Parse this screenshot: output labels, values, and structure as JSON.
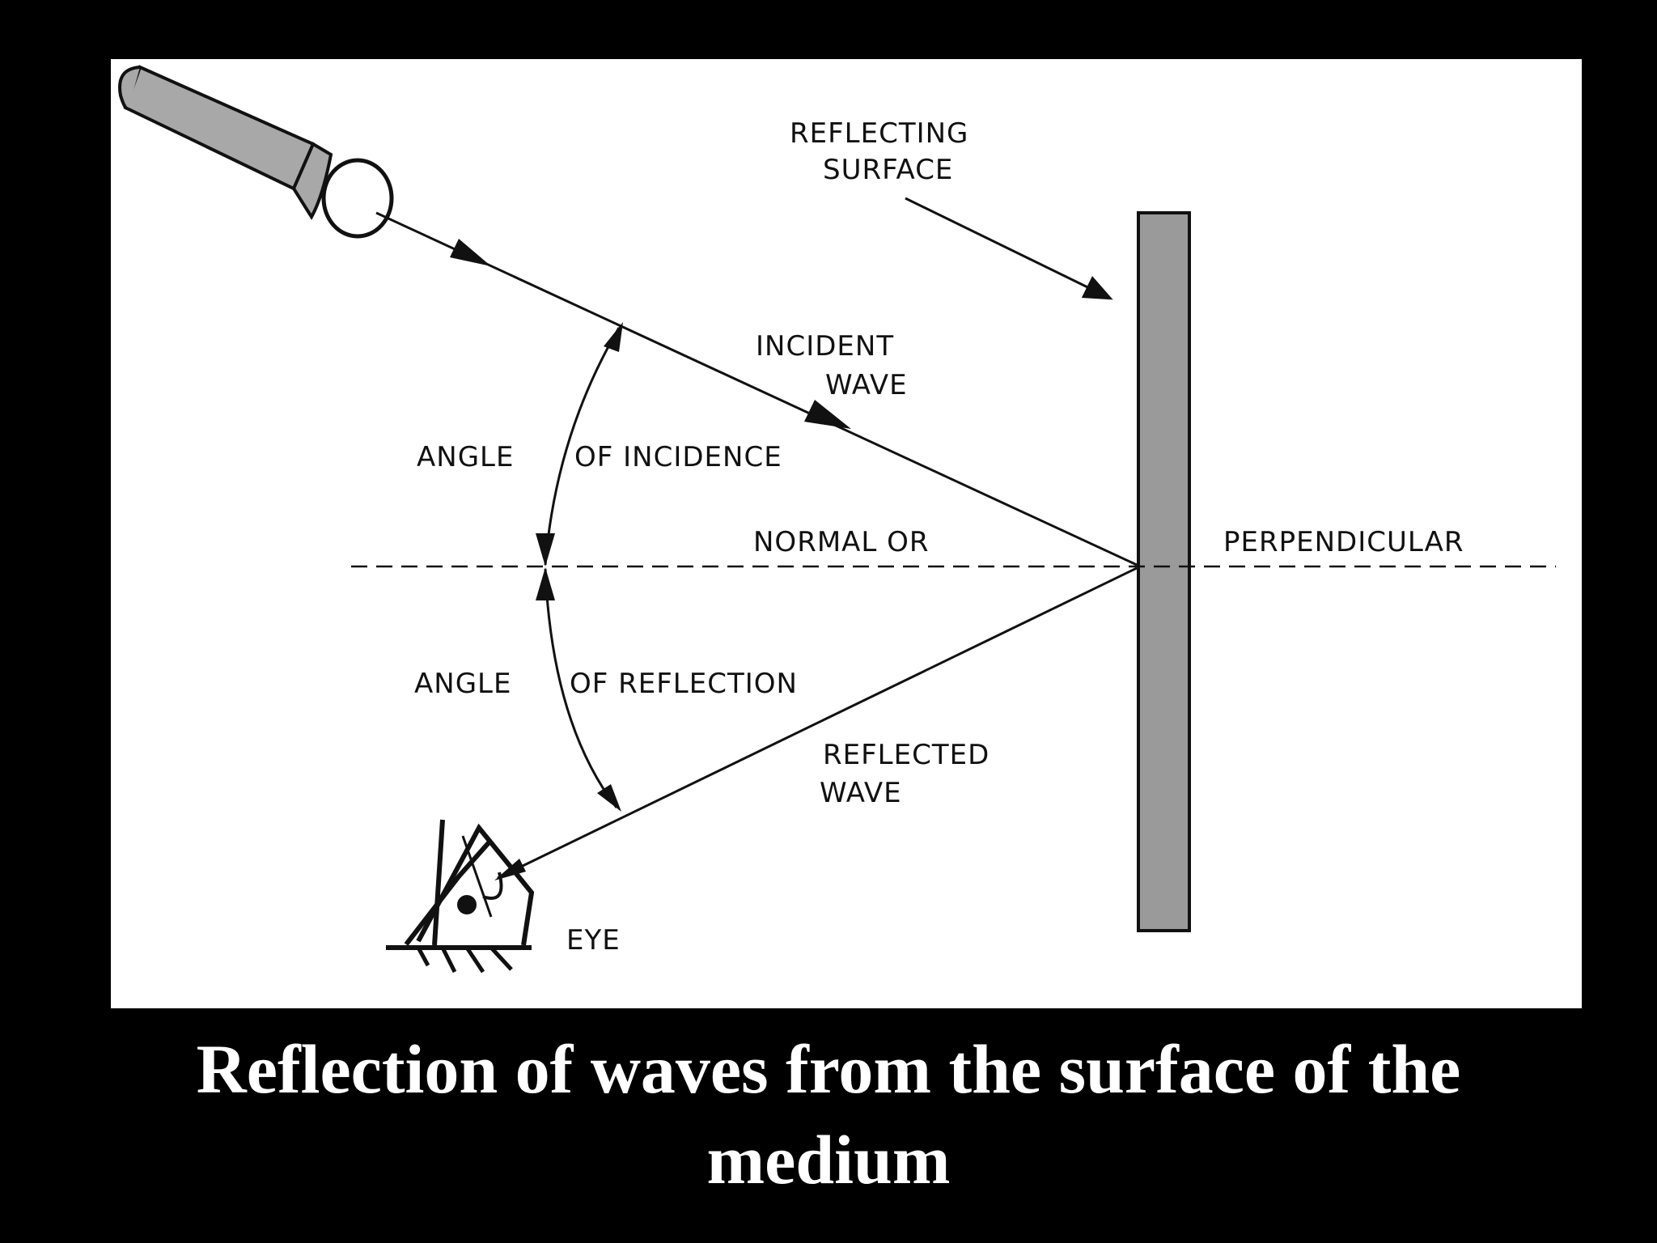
{
  "diagram": {
    "labels": {
      "reflecting_surface_line1": "REFLECTING",
      "reflecting_surface_line2": "SURFACE",
      "incident_wave_line1": "INCIDENT",
      "incident_wave_line2": "WAVE",
      "angle_of_incidence_a": "ANGLE",
      "angle_of_incidence_b": "OF  INCIDENCE",
      "normal": "NORMAL OR",
      "perpendicular": "PERPENDICULAR",
      "angle_of_reflection_a": "ANGLE",
      "angle_of_reflection_b": "OF  REFLECTION",
      "reflected_wave_line1": "REFLECTED",
      "reflected_wave_line2": "WAVE",
      "eye": "EYE"
    },
    "colors": {
      "background": "#000000",
      "panel": "#ffffff",
      "surface_fill": "#9a9a9a",
      "flashlight_fill": "#a8a8a8",
      "ink": "#111111"
    },
    "icons": [
      "flashlight-icon",
      "eye-icon"
    ]
  },
  "caption": {
    "line1": "Reflection of waves from the surface of the",
    "line2": "medium"
  }
}
